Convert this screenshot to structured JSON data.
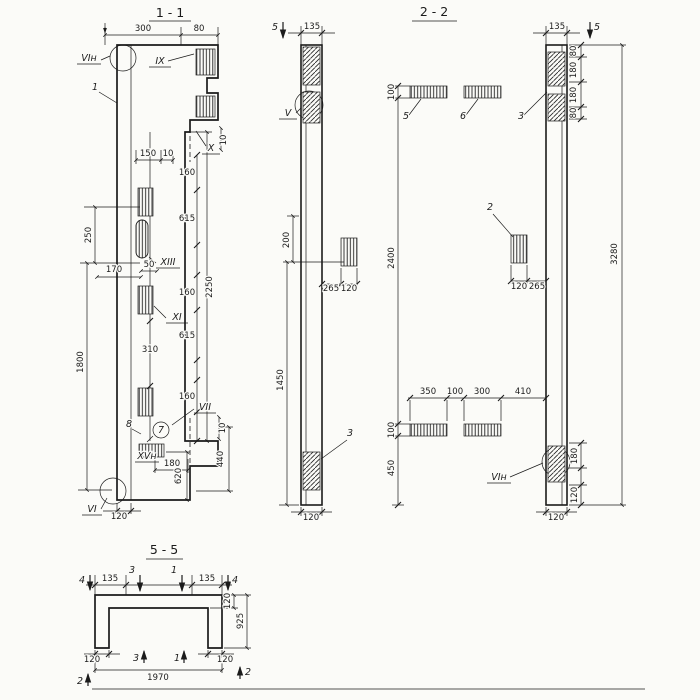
{
  "meta": {
    "paper": "#fbfbf8",
    "ink": "#1b1b1b"
  },
  "s11": {
    "title": "1 - 1",
    "dims": {
      "w300": "300",
      "w80": "80",
      "t10": "10",
      "r150": "150",
      "r10": "10",
      "c160a": "160",
      "c615a": "615",
      "c160b": "160",
      "c615b": "615",
      "c160c": "160",
      "v2250": "2250",
      "o50": "50",
      "o170": "170",
      "o310": "310",
      "l250": "250",
      "l1800": "1800",
      "b10": "10",
      "b180": "180",
      "v440": "440",
      "v620": "620",
      "b120": "120"
    },
    "labels": {
      "vin": "VIн",
      "pos1": "1",
      "ix": "IX",
      "x": "X",
      "xiii": "XIII",
      "xi": "XI",
      "vii": "VII",
      "xvn": "XVн",
      "pos8": "8",
      "pos7": "7",
      "vi": "VI"
    }
  },
  "s22": {
    "title": "2 - 2",
    "dims": {
      "t135l": "135",
      "t135r": "135",
      "r80a": "80",
      "r180a": "180",
      "r180b": "180",
      "r80b": "80",
      "v3280": "3280",
      "l200": "200",
      "l1450": "1450",
      "c100t": "100",
      "v2400": "2400",
      "c100b": "100",
      "v450": "450",
      "g265l": "265",
      "g120l": "120",
      "g120r": "120",
      "g265r": "265",
      "h350": "350",
      "h100": "100",
      "h300": "300",
      "h410": "410",
      "r180c": "180",
      "r120": "120",
      "f120l": "120",
      "f120r": "120"
    },
    "labels": {
      "cut5l": "5",
      "cut5r": "5",
      "v": "V",
      "pos5": "5",
      "pos6": "6",
      "pos3t": "3",
      "pos2": "2",
      "pos3b": "3",
      "vin": "VIн"
    }
  },
  "s55": {
    "title": "5 - 5",
    "dims": {
      "t135l": "135",
      "t135r": "135",
      "r120": "120",
      "r925": "925",
      "b120l": "120",
      "b120r": "120",
      "w1970": "1970"
    },
    "labels": {
      "cut4l": "4",
      "cut4r": "4",
      "cut3t": "3",
      "cut1t": "1",
      "cut3b": "3",
      "cut1b": "1",
      "cut2l": "2",
      "cut2r": "2"
    }
  }
}
